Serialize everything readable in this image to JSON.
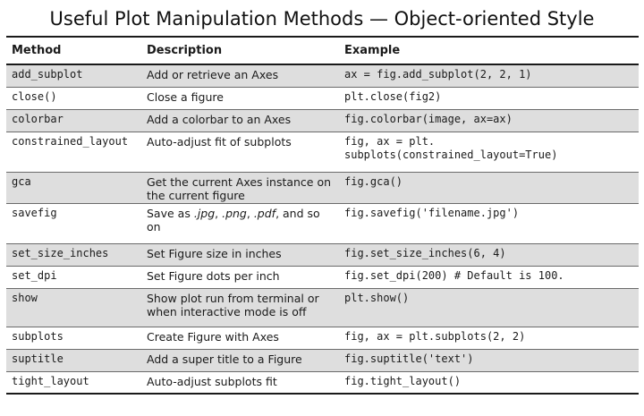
{
  "title": "Useful Plot Manipulation Methods — Object-oriented Style",
  "table": {
    "headers": [
      "Method",
      "Description",
      "Example"
    ],
    "rows": [
      {
        "method": "add_subplot",
        "description": "Add or retrieve an Axes",
        "example": "ax = fig.add_subplot(2, 2, 1)",
        "shaded": true
      },
      {
        "method": "close()",
        "description": "Close a figure",
        "example": "plt.close(fig2)",
        "shaded": false
      },
      {
        "method": "colorbar",
        "description": "Add a colorbar to an Axes",
        "example": "fig.colorbar(image, ax=ax)",
        "shaded": true
      },
      {
        "method": "constrained_layout",
        "description": "Auto-adjust fit of subplots",
        "example": "fig, ax = plt.\nsubplots(constrained_layout=True)",
        "shaded": false
      },
      {
        "method": "gca",
        "description": "Get the current Axes instance on the current figure",
        "example": "fig.gca()",
        "shaded": true
      },
      {
        "method": "savefig",
        "description": "Save as .jpg, .png, .pdf, and so on",
        "example": "fig.savefig('filename.jpg')",
        "shaded": false
      },
      {
        "method": "set_size_inches",
        "description": "Set Figure size in inches",
        "example": "fig.set_size_inches(6, 4)",
        "shaded": true
      },
      {
        "method": "set_dpi",
        "description": "Set Figure dots per inch",
        "example": "fig.set_dpi(200) # Default is 100.",
        "shaded": false
      },
      {
        "method": "show",
        "description": "Show plot run from terminal or when interactive mode is off",
        "example": "plt.show()",
        "shaded": true
      },
      {
        "method": "subplots",
        "description": "Create Figure with Axes",
        "example": "fig, ax = plt.subplots(2, 2)",
        "shaded": false
      },
      {
        "method": "suptitle",
        "description": "Add a super title to a Figure",
        "example": "fig.suptitle('text')",
        "shaded": true
      },
      {
        "method": "tight_layout",
        "description": "Auto-adjust subplots fit",
        "example": "fig.tight_layout()",
        "shaded": false
      }
    ]
  }
}
